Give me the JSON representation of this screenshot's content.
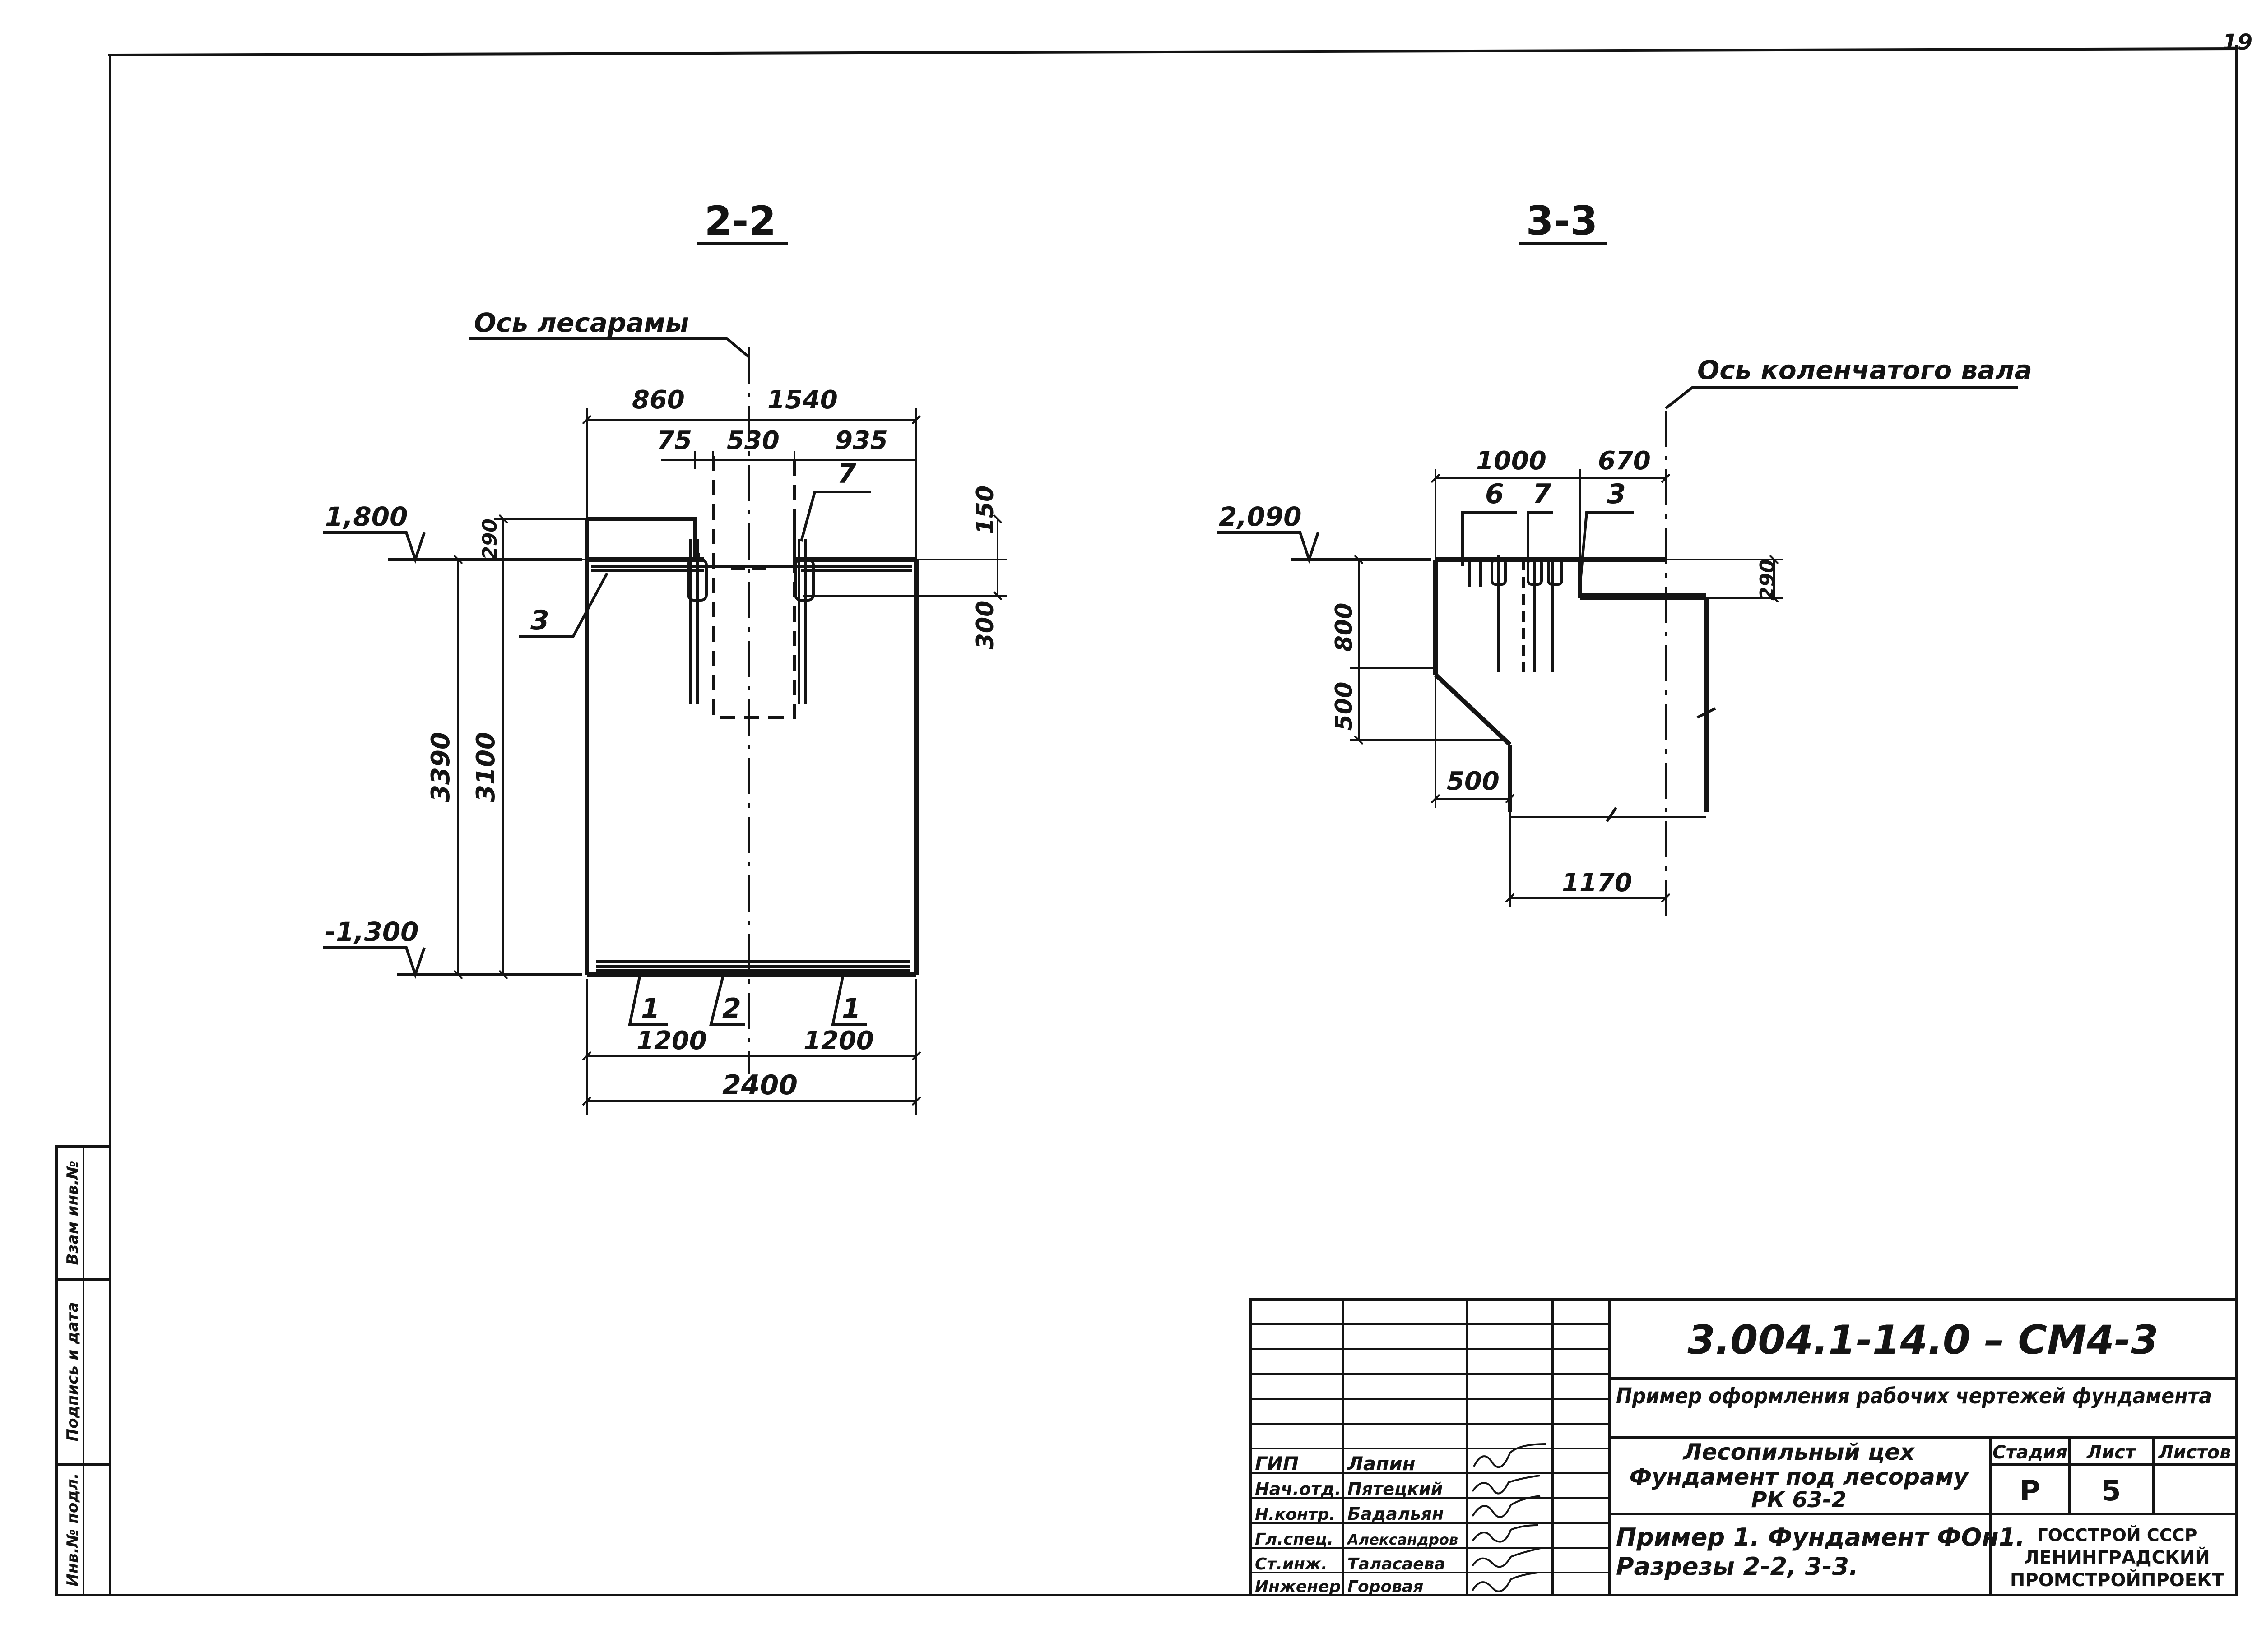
{
  "sheet": {
    "page_number": "19"
  },
  "section_2_2": {
    "title": "2-2",
    "axis_label": "Ось лесарамы",
    "dims_top": [
      "860",
      "1540"
    ],
    "dims_top_inner": [
      "75",
      "530",
      "935"
    ],
    "level_top": "1,800",
    "level_bottom": "-1,300",
    "dim_right_150": "150",
    "dim_right_300": "300",
    "dim_290": "290",
    "dim_total_height": "3390",
    "dim_height": "3100",
    "dims_bottom": [
      "1200",
      "1200"
    ],
    "dim_width": "2400",
    "callouts": [
      "3",
      "7",
      "1",
      "2",
      "1"
    ]
  },
  "section_3_3": {
    "title": "3-3",
    "axis_label": "Ось коленчатого вала",
    "dims_top": [
      "1000",
      "670"
    ],
    "level_top": "2,090",
    "dim_290": "290",
    "dim_800": "800",
    "dim_500_vertical": "500",
    "dim_500_horizontal": "500",
    "dim_1170": "1170",
    "callouts": [
      "6",
      "7",
      "3"
    ]
  },
  "side_stamp": {
    "labels": [
      "Инв.№ подл.",
      "Подпись и дата",
      "Взам инв.№"
    ]
  },
  "title_block": {
    "doc_code": "3.004.1-14.0 – СМ4-3",
    "subtitle": "Пример оформления рабочих чертежей фундамента",
    "object_lines": [
      "Лесопильный цех",
      "Фундамент под лесораму",
      "РК 63-2"
    ],
    "sheet_title_lines": [
      "Пример 1. Фундамент ФОн1.",
      "Разрезы 2-2, 3-3."
    ],
    "stage_header": "Стадия",
    "sheet_header": "Лист",
    "sheets_header": "Листов",
    "stage": "Р",
    "sheet": "5",
    "org_lines": [
      "ГОССТРОЙ СССР",
      "ЛЕНИНГРАДСКИЙ",
      "ПРОМСТРОЙПРОЕКТ"
    ],
    "staff": [
      {
        "role": "ГИП",
        "name": "Лапин"
      },
      {
        "role": "Нач.отд.",
        "name": "Пятецкий"
      },
      {
        "role": "Н.контр.",
        "name": "Бадальян"
      },
      {
        "role": "Гл.спец.",
        "name": "Александров"
      },
      {
        "role": "Ст.инж.",
        "name": "Таласаева"
      },
      {
        "role": "Инженер",
        "name": "Горовая"
      }
    ]
  }
}
